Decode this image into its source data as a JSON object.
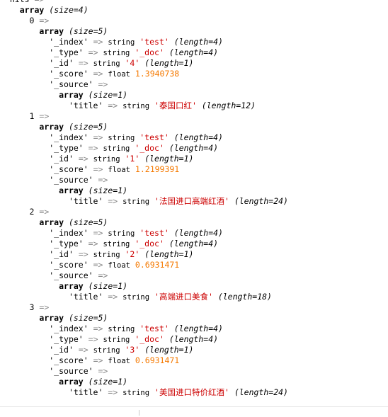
{
  "header": {
    "key": "hits",
    "arrow": "=>",
    "array_label": "array",
    "size_text": "(size=4)"
  },
  "items": [
    {
      "index": "0",
      "size_text": "(size=5)",
      "fields": {
        "index": {
          "key": "'_index'",
          "type": "string",
          "value": "'test'",
          "meta": "(length=4)"
        },
        "type": {
          "key": "'_type'",
          "type": "string",
          "value": "'_doc'",
          "meta": "(length=4)"
        },
        "id": {
          "key": "'_id'",
          "type": "string",
          "value": "'4'",
          "meta": "(length=1)"
        },
        "score": {
          "key": "'_score'",
          "type": "float",
          "value": "1.3940738"
        },
        "source": {
          "key": "'_source'",
          "size_text": "(size=1)"
        },
        "title": {
          "key": "'title'",
          "type": "string",
          "value": "'泰国口红'",
          "meta": "(length=12)"
        }
      }
    },
    {
      "index": "1",
      "size_text": "(size=5)",
      "fields": {
        "index": {
          "key": "'_index'",
          "type": "string",
          "value": "'test'",
          "meta": "(length=4)"
        },
        "type": {
          "key": "'_type'",
          "type": "string",
          "value": "'_doc'",
          "meta": "(length=4)"
        },
        "id": {
          "key": "'_id'",
          "type": "string",
          "value": "'1'",
          "meta": "(length=1)"
        },
        "score": {
          "key": "'_score'",
          "type": "float",
          "value": "1.2199391"
        },
        "source": {
          "key": "'_source'",
          "size_text": "(size=1)"
        },
        "title": {
          "key": "'title'",
          "type": "string",
          "value": "'法国进口高端红酒'",
          "meta": "(length=24)"
        }
      }
    },
    {
      "index": "2",
      "size_text": "(size=5)",
      "fields": {
        "index": {
          "key": "'_index'",
          "type": "string",
          "value": "'test'",
          "meta": "(length=4)"
        },
        "type": {
          "key": "'_type'",
          "type": "string",
          "value": "'_doc'",
          "meta": "(length=4)"
        },
        "id": {
          "key": "'_id'",
          "type": "string",
          "value": "'2'",
          "meta": "(length=1)"
        },
        "score": {
          "key": "'_score'",
          "type": "float",
          "value": "0.6931471"
        },
        "source": {
          "key": "'_source'",
          "size_text": "(size=1)"
        },
        "title": {
          "key": "'title'",
          "type": "string",
          "value": "'高端进口美食'",
          "meta": "(length=18)"
        }
      }
    },
    {
      "index": "3",
      "size_text": "(size=5)",
      "fields": {
        "index": {
          "key": "'_index'",
          "type": "string",
          "value": "'test'",
          "meta": "(length=4)"
        },
        "type": {
          "key": "'_type'",
          "type": "string",
          "value": "'_doc'",
          "meta": "(length=4)"
        },
        "id": {
          "key": "'_id'",
          "type": "string",
          "value": "'3'",
          "meta": "(length=1)"
        },
        "score": {
          "key": "'_score'",
          "type": "float",
          "value": "0.6931471"
        },
        "source": {
          "key": "'_source'",
          "size_text": "(size=1)"
        },
        "title": {
          "key": "'title'",
          "type": "string",
          "value": "'美国进口特价红酒'",
          "meta": "(length=24)"
        }
      }
    }
  ],
  "colors": {
    "string_value": "#cc0000",
    "float_value": "#f57900",
    "arrow": "#888888"
  }
}
